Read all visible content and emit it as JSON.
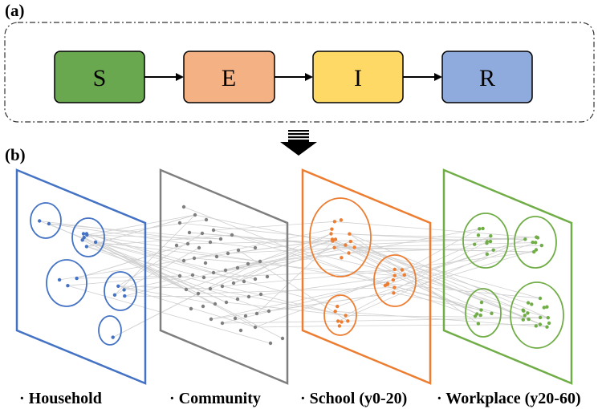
{
  "panels": {
    "a_label": "(a)",
    "b_label": "(b)"
  },
  "compartments": [
    {
      "label": "S",
      "fill": "#6aa84f",
      "border": "#000000"
    },
    {
      "label": "E",
      "fill": "#f4b183",
      "border": "#000000"
    },
    {
      "label": "I",
      "fill": "#ffd966",
      "border": "#000000"
    },
    {
      "label": "R",
      "fill": "#8faadc",
      "border": "#000000"
    }
  ],
  "flow_arrow_icon": "down-arrow-icon",
  "layers": [
    {
      "label": "· Household",
      "color": "#4472c4"
    },
    {
      "label": "· Community",
      "color": "#7f7f7f"
    },
    {
      "label": "· School (y0-20)",
      "color": "#ed7d31"
    },
    {
      "label": "· Workplace (y20-60)",
      "color": "#70ad47"
    }
  ],
  "edge_color": "#d0d0d0"
}
